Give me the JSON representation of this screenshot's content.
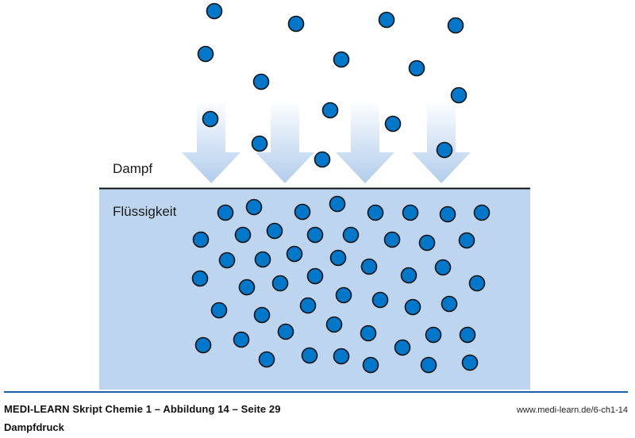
{
  "diagram": {
    "title": "Dampfdruck",
    "labels": {
      "vapor": "Dampf",
      "liquid": "Flüssigkeit"
    },
    "colors": {
      "molecule_fill": "#0077c8",
      "molecule_stroke": "#111111",
      "liquid_fill": "#bdd5ef",
      "arrow_top": "#ffffff",
      "arrow_bottom": "#b3cdeb",
      "surface_line": "#111111",
      "footer_rule": "#1d5fa8"
    },
    "arrows": {
      "count": 4,
      "direction": "down",
      "meaning": "condensation of vapor molecules into liquid"
    },
    "vapor_molecule_count": 16,
    "liquid_molecule_count": 54
  },
  "footer": {
    "source": "MEDI-LEARN Skript Chemie 1 – Abbildung 14 – Seite 29",
    "caption": "Dampfdruck",
    "url": "www.medi-learn.de/6-ch1-14"
  }
}
